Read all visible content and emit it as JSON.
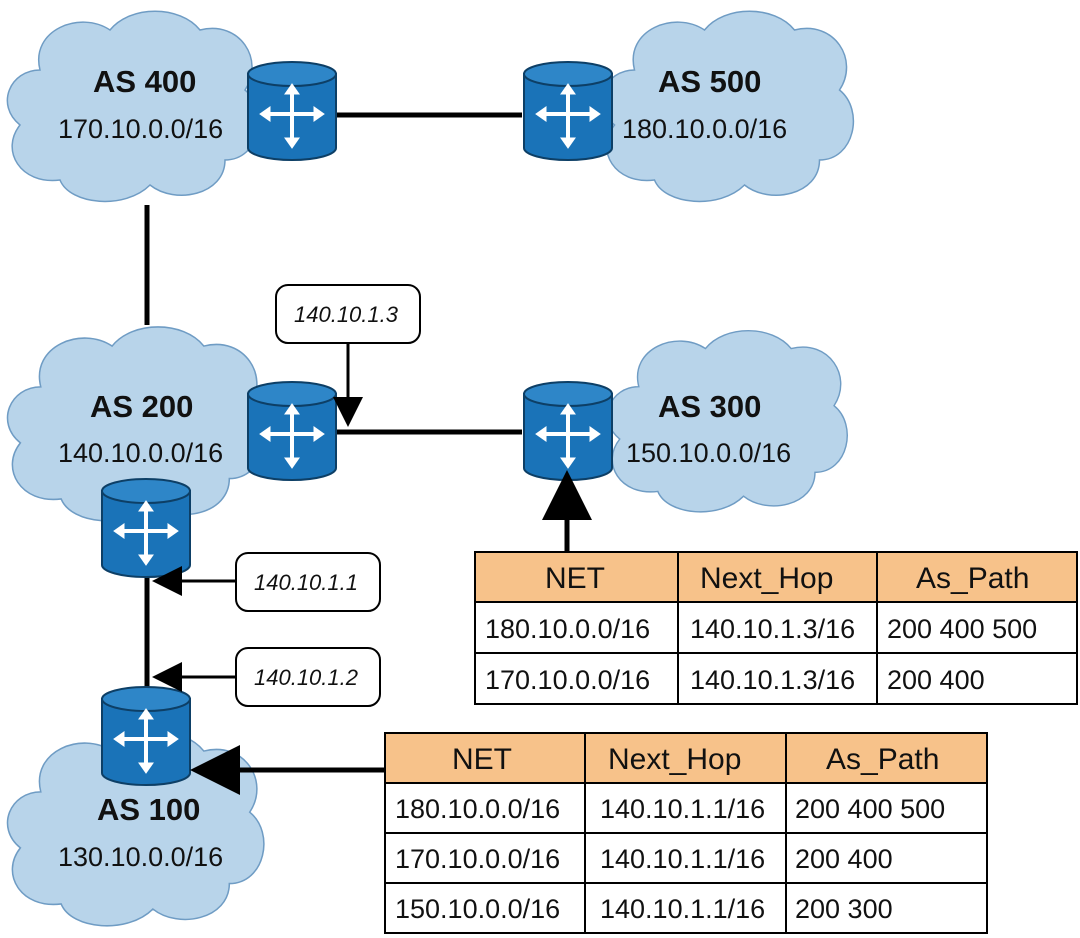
{
  "colors": {
    "cloud_fill": "#b8d4ea",
    "router_body": "#1a73b8",
    "router_top": "#2e86c8",
    "table_header": "#f7c28a",
    "line": "#000000"
  },
  "autonomous_systems": [
    {
      "name": "AS 400",
      "prefix": "170.10.0.0/16"
    },
    {
      "name": "AS 500",
      "prefix": "180.10.0.0/16"
    },
    {
      "name": "AS 200",
      "prefix": "140.10.0.0/16"
    },
    {
      "name": "AS 300",
      "prefix": "150.10.0.0/16"
    },
    {
      "name": "AS 100",
      "prefix": "130.10.0.0/16"
    }
  ],
  "address_callouts": [
    "140.10.1.3",
    "140.10.1.1",
    "140.10.1.2"
  ],
  "table_as300": {
    "headers": [
      "NET",
      "Next_Hop",
      "As_Path"
    ],
    "rows": [
      [
        "180.10.0.0/16",
        "140.10.1.3/16",
        "200 400 500"
      ],
      [
        "170.10.0.0/16",
        "140.10.1.3/16",
        "200 400"
      ]
    ]
  },
  "table_as100": {
    "headers": [
      "NET",
      "Next_Hop",
      "As_Path"
    ],
    "rows": [
      [
        "180.10.0.0/16",
        "140.10.1.1/16",
        "200 400 500"
      ],
      [
        "170.10.0.0/16",
        "140.10.1.1/16",
        "200 400"
      ],
      [
        "150.10.0.0/16",
        "140.10.1.1/16",
        "200 300"
      ]
    ]
  }
}
